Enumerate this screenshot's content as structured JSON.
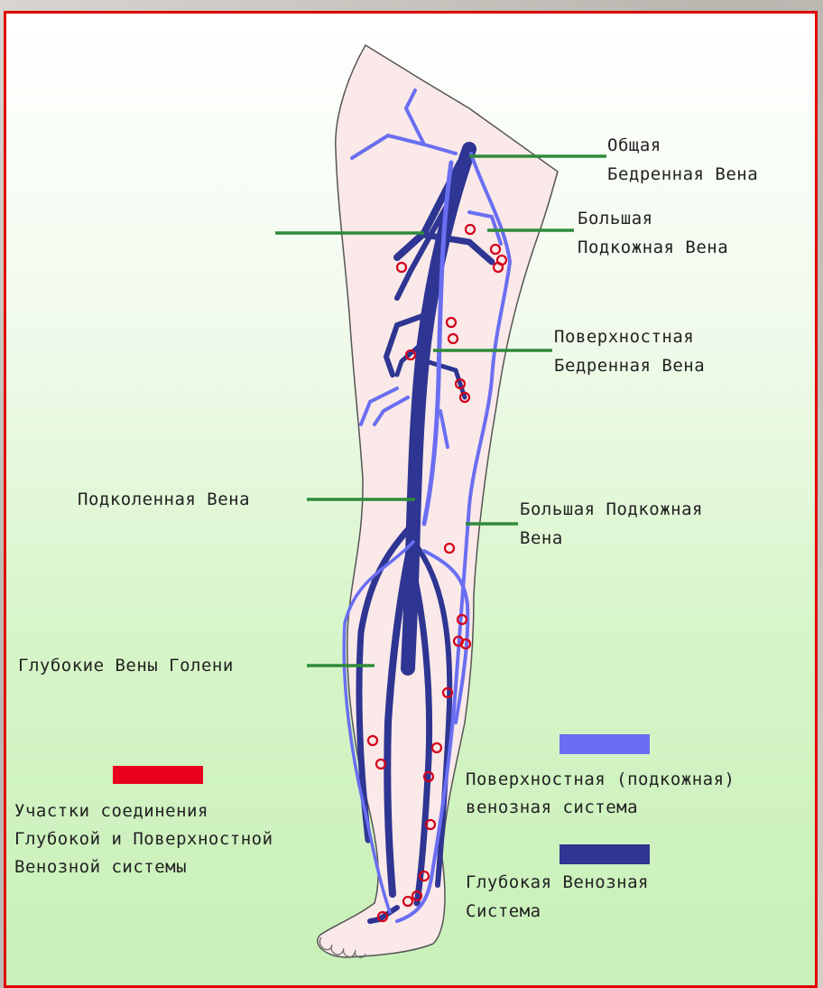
{
  "labels": {
    "common_femoral": [
      "Общая",
      "Бедренная Вена"
    ],
    "great_saphenous_top": [
      "Большая",
      "Подкожная Вена"
    ],
    "superficial_femoral": [
      "Поверхностная",
      "Бедренная Вена"
    ],
    "popliteal": "Подколенная Вена",
    "great_saphenous_bottom": [
      "Большая Подкожная",
      "Вена"
    ],
    "deep_leg_veins": "Глубокие Вены Голени"
  },
  "legend": {
    "perforators": [
      "Участки соединения",
      "Глубокой и Поверхностной",
      "Венозной системы"
    ],
    "superficial": [
      "Поверхностная (подкожная)",
      "венозная система"
    ],
    "deep": [
      "Глубокая Венозная",
      "Система"
    ]
  },
  "colors": {
    "perforator": "#e8001c",
    "superficial_vein": "#6a6ef2",
    "deep_vein": "#2e3592",
    "pointer": "#2e8b3a",
    "frame": "#e00000",
    "skin": "#fae9e8"
  }
}
